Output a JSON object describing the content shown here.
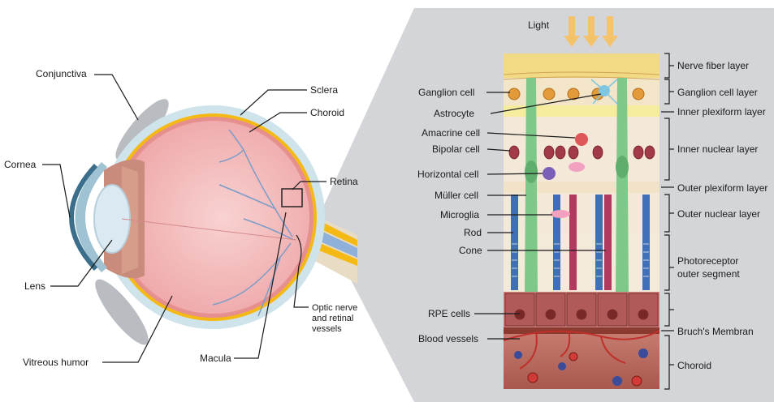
{
  "eye_labels": {
    "conjunctiva": "Conjunctiva",
    "sclera": "Sclera",
    "choroid": "Choroid",
    "cornea": "Cornea",
    "retina": "Retina",
    "lens": "Lens",
    "optic_nerve_1": "Optic nerve",
    "optic_nerve_2": "and retinal",
    "optic_nerve_3": "vessels",
    "vitreous_humor": "Vitreous humor",
    "macula": "Macula"
  },
  "retina_inset": {
    "light": "Light",
    "cell_labels": [
      "Ganglion cell",
      "Astrocyte",
      "Amacrine cell",
      "Bipolar cell",
      "Horizontal cell",
      "Müller cell",
      "Microglia",
      "Rod",
      "Cone",
      "RPE cells",
      "Blood vessels"
    ],
    "layer_labels": [
      "Nerve fiber layer",
      "Ganglion cell layer",
      "Inner plexiform layer",
      "Inner nuclear layer",
      "Outer plexiform layer",
      "Outer nuclear layer",
      "Photoreceptor",
      "outer segment",
      "Bruch's Membran",
      "Choroid"
    ]
  },
  "colors": {
    "sclera": "#cfe3ea",
    "choroid_band": "#f5b915",
    "retina_pink": "#f4b6b8",
    "vitreous": "#f6c7c6",
    "vessel": "#7b9cc8",
    "inset_bg": "#d3d5d8",
    "nerve_fiber": "#f2d983",
    "rod": "#3e6fb8",
    "cone": "#b23a5f",
    "muller": "#7ec88a",
    "rpe": "#b05a5a",
    "choroid_tissue": "#c7786b"
  }
}
